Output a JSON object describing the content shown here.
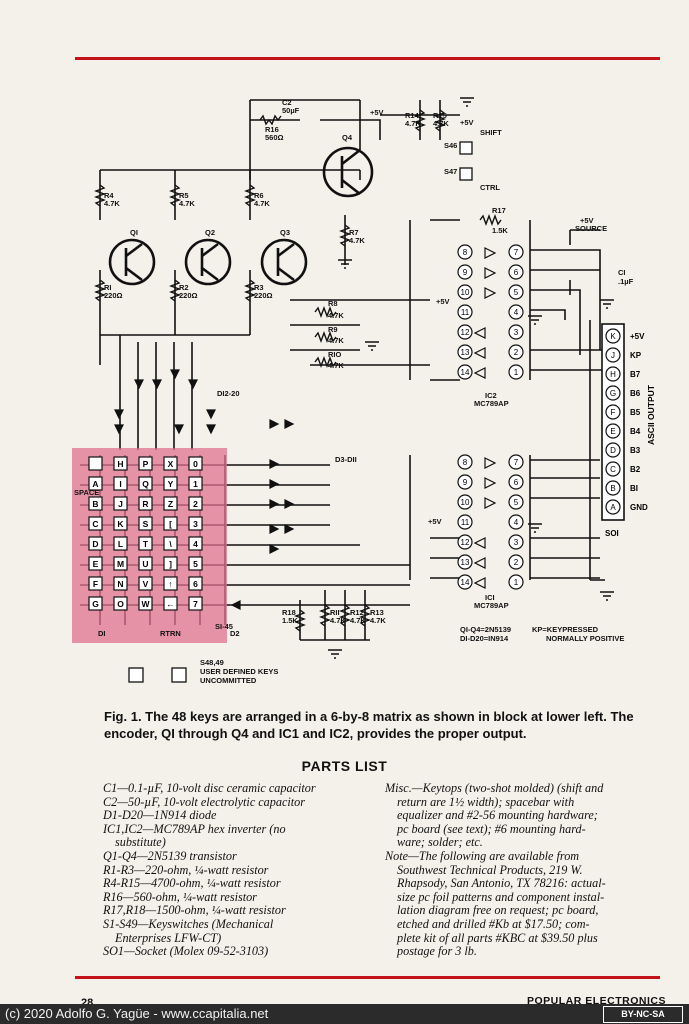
{
  "schematic": {
    "labels": {
      "c2": "C2",
      "c2_value": "50µF",
      "r16": "R16",
      "r16_value": "560Ω",
      "plus5v_top": "+5V",
      "r14": "R14",
      "r14_value": "4.7K",
      "r15": "R15",
      "r15_value": "4.7K",
      "plus5v_s46": "+5V",
      "shift": "SHIFT",
      "s46": "S46",
      "s47": "S47",
      "ctrl": "CTRL",
      "q4": "Q4",
      "q1": "QI",
      "q2": "Q2",
      "q3": "Q3",
      "r4": "R4",
      "r4_value": "4.7K",
      "r5": "R5",
      "r5_value": "4.7K",
      "r6": "R6",
      "r6_value": "4.7K",
      "r7": "R7",
      "r7_value": "4.7K",
      "r1": "RI",
      "r1_value": "220Ω",
      "r2": "R2",
      "r2_value": "220Ω",
      "r3": "R3",
      "r3_value": "220Ω",
      "r8": "R8",
      "r8_value": "4.7K",
      "r9": "R9",
      "r9_value": "4.7K",
      "r10": "RIO",
      "r10_value": "4.7K",
      "r17": "R17",
      "r17_value": "1.5K",
      "source_plus5v": "+5V",
      "source": "SOURCE",
      "c1": "CI",
      "c1_value": ".1µF",
      "d12_20": "DI2-20",
      "d3_d11": "D3-DII",
      "ic2": "IC2",
      "ic2_part": "MC789AP",
      "ic1": "ICI",
      "ic1_part": "MC789AP",
      "plus5v_ic2": "+5V",
      "plus5v_ic1": "+5V",
      "socket": "SOI",
      "ascii_output": "ASCII OUTPUT",
      "space": "SPACE",
      "d1": "DI",
      "rtrn": "RTRN",
      "s1_45": "SI-45",
      "d2": "D2",
      "r18": "R18",
      "r18_value": "1.5K",
      "r11": "RII",
      "r11_value": "4.7K",
      "r12": "R12",
      "r12_value": "4.7K",
      "r13": "R13",
      "r13_value": "4.7K",
      "notes_line1": "QI-Q4=2N5139",
      "notes_line2": "DI-D20=IN914",
      "kp_note_line1": "KP=KEYPRESSED",
      "kp_note_line2": "NORMALLY POSITIVE",
      "s48_49": "S48,49",
      "user_defined": "USER DEFINED KEYS",
      "uncommitted": "UNCOMMITTED"
    },
    "ic2_left_pins": [
      "8",
      "9",
      "10",
      "11",
      "12",
      "13",
      "14"
    ],
    "ic2_right_pins": [
      "7",
      "6",
      "5",
      "4",
      "3",
      "2",
      "1"
    ],
    "ic1_left_pins": [
      "8",
      "9",
      "10",
      "11",
      "12",
      "13",
      "14"
    ],
    "ic1_right_pins": [
      "7",
      "6",
      "5",
      "4",
      "3",
      "2",
      "1"
    ],
    "socket_pins": [
      {
        "pin": "K",
        "label": "+5V"
      },
      {
        "pin": "J",
        "label": "KP"
      },
      {
        "pin": "H",
        "label": "B7"
      },
      {
        "pin": "G",
        "label": "B6"
      },
      {
        "pin": "F",
        "label": "B5"
      },
      {
        "pin": "E",
        "label": "B4"
      },
      {
        "pin": "D",
        "label": "B3"
      },
      {
        "pin": "C",
        "label": "B2"
      },
      {
        "pin": "B",
        "label": "BI"
      },
      {
        "pin": "A",
        "label": "GND"
      }
    ],
    "key_matrix": [
      [
        "",
        "H",
        "P",
        "X",
        "0"
      ],
      [
        "A",
        "I",
        "Q",
        "Y",
        "1"
      ],
      [
        "B",
        "J",
        "R",
        "Z",
        "2"
      ],
      [
        "C",
        "K",
        "S",
        "[",
        "3"
      ],
      [
        "D",
        "L",
        "T",
        "\\",
        "4"
      ],
      [
        "E",
        "M",
        "U",
        "]",
        "5"
      ],
      [
        "F",
        "N",
        "V",
        "↑",
        "6"
      ],
      [
        "G",
        "O",
        "W",
        "←",
        "7"
      ]
    ]
  },
  "caption": "Fig. 1. The 48 keys are arranged in a 6-by-8 matrix as shown in block at lower left. The encoder, QI through Q4 and IC1 and IC2, provides the proper output.",
  "parts_list": {
    "title": "PARTS LIST",
    "left": [
      "C1—0.1-µF, 10-volt disc ceramic capacitor",
      "C2—50-µF, 10-volt electrolytic capacitor",
      "D1-D20—1N914 diode",
      "IC1,IC2—MC789AP hex inverter (no",
      "substitute)",
      "Q1-Q4—2N5139 transistor",
      "R1-R3—220-ohm, ¼-watt resistor",
      "R4-R15—4700-ohm, ¼-watt resistor",
      "R16—560-ohm, ¼-watt resistor",
      "R17,R18—1500-ohm, ¼-watt resistor",
      "S1-S49—Keyswitches (Mechanical",
      "Enterprises LFW-CT)",
      "SO1—Socket (Molex 09-52-3103)"
    ],
    "right": [
      "Misc.—Keytops (two-shot molded) (shift and",
      "return are 1½ width); spacebar with",
      "equalizer and #2-56 mounting hardware;",
      "pc board (see text); #6 mounting hard-",
      "ware; solder; etc.",
      "Note—The following are available from",
      "Southwest Technical Products, 219 W.",
      "Rhapsody, San Antonio, TX 78216: actual-",
      "size pc foil patterns and component instal-",
      "lation diagram free on request; pc board,",
      "etched and drilled #Kb at $17.50; com-",
      "plete kit of all parts #KBC at $39.50 plus",
      "postage for 3 lb."
    ]
  },
  "footer": {
    "page_number": "28",
    "magazine": "POPULAR ELECTRONICS",
    "credit": "(c) 2020 Adolfo G. Yagüe - www.ccapitalia.net",
    "license": "BY-NC-SA"
  },
  "colors": {
    "rule": "#c4121c",
    "key_block": "#e0708f",
    "paper": "#f4f1ea",
    "ink": "#111111"
  }
}
